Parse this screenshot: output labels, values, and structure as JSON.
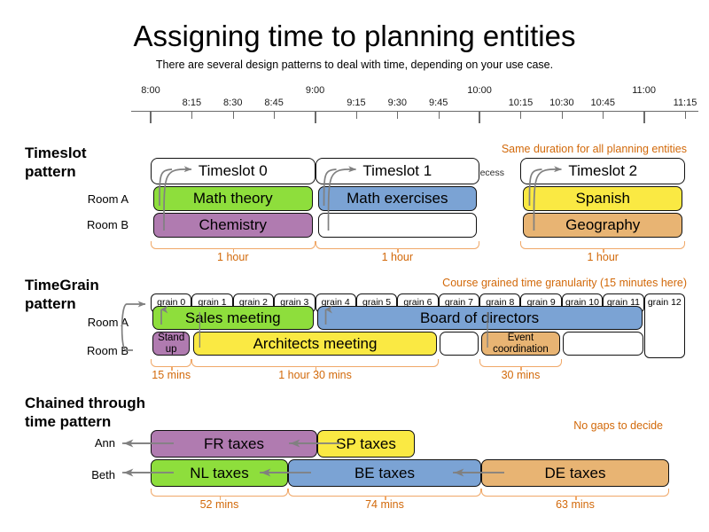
{
  "header": {
    "title": "Assigning time to planning entities",
    "subtitle": "There are several design patterns to deal with time, depending on your use case."
  },
  "axis": {
    "ticks": [
      {
        "label": "8:00",
        "major": true
      },
      {
        "label": "8:15",
        "major": false
      },
      {
        "label": "8:30",
        "major": false
      },
      {
        "label": "8:45",
        "major": false
      },
      {
        "label": "9:00",
        "major": true
      },
      {
        "label": "9:15",
        "major": false
      },
      {
        "label": "9:30",
        "major": false
      },
      {
        "label": "9:45",
        "major": false
      },
      {
        "label": "10:00",
        "major": true
      },
      {
        "label": "10:15",
        "major": false
      },
      {
        "label": "10:30",
        "major": false
      },
      {
        "label": "10:45",
        "major": false
      },
      {
        "label": "11:00",
        "major": true
      },
      {
        "label": "11:15",
        "major": false
      }
    ]
  },
  "sections": {
    "timeslot": {
      "heading": "Timeslot\npattern",
      "note": "Same duration for all planning entities",
      "rows": [
        {
          "label": "Room A"
        },
        {
          "label": "Room B"
        }
      ],
      "recess_label": "Recess",
      "slots": [
        {
          "name": "Timeslot 0",
          "duration": "1 hour",
          "roomA": {
            "text": "Math theory",
            "color": "#8ede3c"
          },
          "roomB": {
            "text": "Chemistry",
            "color": "#b07bb0"
          }
        },
        {
          "name": "Timeslot 1",
          "duration": "1 hour",
          "roomA": {
            "text": "Math exercises",
            "color": "#7ba3d4"
          },
          "roomB": {
            "text": "",
            "color": "#ffffff"
          }
        },
        {
          "name": "Timeslot 2",
          "duration": "1 hour",
          "roomA": {
            "text": "Spanish",
            "color": "#fae943"
          },
          "roomB": {
            "text": "Geography",
            "color": "#e8b473"
          }
        }
      ]
    },
    "timegrain": {
      "heading": "TimeGrain\npattern",
      "note": "Course grained time granularity (15 minutes here)",
      "rows": [
        {
          "label": "Room A"
        },
        {
          "label": "Room B"
        }
      ],
      "grains": [
        "grain 0",
        "grain 1",
        "grain 2",
        "grain 3",
        "grain 4",
        "grain 5",
        "grain 6",
        "grain 7",
        "grain 8",
        "grain 9",
        "grain 10",
        "grain 11",
        "grain 12"
      ],
      "roomA_blocks": [
        {
          "text": "Sales meeting",
          "color": "#8ede3c",
          "start": 0,
          "span": 4
        },
        {
          "text": "Board of directors",
          "color": "#7ba3d4",
          "start": 4,
          "span": 8
        }
      ],
      "roomB_blocks": [
        {
          "text": "Stand up",
          "color": "#b07bb0",
          "start": 0,
          "span": 1
        },
        {
          "text": "Architects meeting",
          "color": "#fae943",
          "start": 1,
          "span": 6
        },
        {
          "text": "Event coordination",
          "color": "#e8b473",
          "start": 8,
          "span": 2
        }
      ],
      "durations": [
        {
          "text": "15 mins",
          "start": 0,
          "span": 1
        },
        {
          "text": "1 hour 30 mins",
          "start": 1,
          "span": 6
        },
        {
          "text": "30 mins",
          "start": 8,
          "span": 2
        }
      ]
    },
    "chained": {
      "heading": "Chained through\ntime pattern",
      "note": "No gaps to decide",
      "rows": [
        {
          "label": "Ann"
        },
        {
          "label": "Beth"
        }
      ],
      "ann_blocks": [
        {
          "text": "FR taxes",
          "color": "#b07bb0"
        },
        {
          "text": "SP taxes",
          "color": "#fae943"
        }
      ],
      "beth_blocks": [
        {
          "text": "NL taxes",
          "color": "#8ede3c"
        },
        {
          "text": "BE taxes",
          "color": "#7ba3d4"
        },
        {
          "text": "DE taxes",
          "color": "#e8b473"
        }
      ],
      "durations": [
        "52 mins",
        "74 mins",
        "63 mins"
      ]
    }
  },
  "colors": {
    "green": "#8ede3c",
    "purple": "#b07bb0",
    "blue": "#7ba3d4",
    "yellow": "#fae943",
    "orange": "#e8b473",
    "annotation": "#d2690a",
    "bracket": "#f0a868",
    "arrow": "#808080"
  }
}
